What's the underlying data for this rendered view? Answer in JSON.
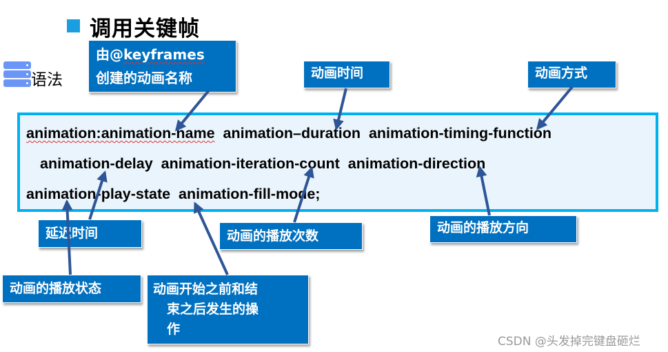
{
  "title": "调用关键帧",
  "syntax_label": "语法",
  "code_lines": [
    {
      "prefix": "animation:animation-name",
      "rest": "  animation–duration  animation-timing-function"
    },
    {
      "prefix": "",
      "rest": "animation-delay  animation-iteration-count  animation-direction"
    },
    {
      "prefix": "",
      "rest": "animation-play-state  animation-fill-mode;"
    }
  ],
  "callouts": {
    "name_line1_prefix": "由@",
    "name_line1_word": "keyframes",
    "name_line2": "创建的动画名称",
    "duration": "动画时间",
    "timing": "动画方式",
    "delay": "延迟时间",
    "iteration": "动画的播放次数",
    "direction": "动画的播放方向",
    "play_state": "动画的播放状态",
    "fill_mode_line1": "动画开始之前和结",
    "fill_mode_line2": "束之后发生的操",
    "fill_mode_line3": "作"
  },
  "watermark": "CSDN @头发掉完键盘砸烂",
  "colors": {
    "callout_bg": "#0070c0",
    "box_border": "#00b0f0",
    "box_bg": "#eaf4fc",
    "arrow": "#2e5597",
    "title_square": "#1a9ee0"
  }
}
